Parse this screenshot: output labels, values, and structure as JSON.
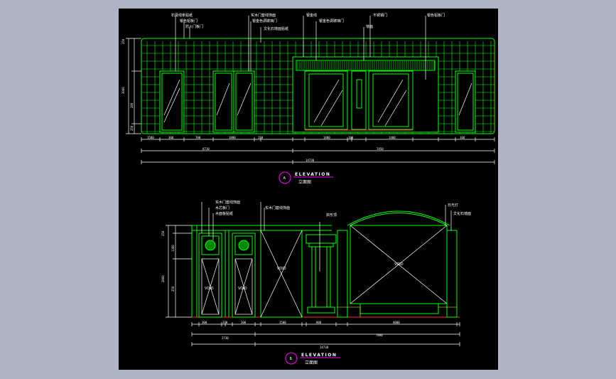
{
  "colors": {
    "background": "#adb4c4",
    "sheet": "#000000",
    "line": "#00ff00",
    "text": "#ffffff",
    "accent": "#ff00ff",
    "ground": "#ff2a2a"
  },
  "elevation_a": {
    "tag": "A",
    "title": "ELEVATION",
    "subtitle": "立面图",
    "callouts": [
      "石膏线条贴纸",
      "实木门套线饰面",
      "银金线",
      "银金色调玻璃门",
      "墙面"
    ],
    "callouts_extra": [
      "银色铝板门",
      "防火门板门",
      "文化石墙面贴纸",
      "银金色调玻璃门",
      "不锈钢门"
    ],
    "left_dims": [
      "250",
      "3000",
      "280",
      "250"
    ],
    "bottom_dims": [
      "1500",
      "300",
      "700",
      "1800",
      "150",
      "1400",
      "100",
      "1400",
      "100"
    ],
    "total_dims": [
      "6710",
      "7450"
    ],
    "overall_dim": "14730"
  },
  "elevation_b": {
    "tag": "B",
    "title": "ELEVATION",
    "subtitle": "立面图",
    "callouts": [
      "实木门套线饰面",
      "木芯板门",
      "木面板贴纸",
      "实木门套线饰面",
      "拱形顶",
      "日光灯",
      "文化石墙面"
    ],
    "void_labels": [
      "VOID",
      "VOID",
      "VOID",
      "VOID"
    ],
    "left_dims": [
      "250",
      "2800",
      "1300",
      "250"
    ],
    "bottom_dims": [
      "300",
      "370",
      "300",
      "1500",
      "800",
      "4000"
    ],
    "total_dims": [
      "2730",
      "7890"
    ],
    "overall_dim": "14730"
  }
}
